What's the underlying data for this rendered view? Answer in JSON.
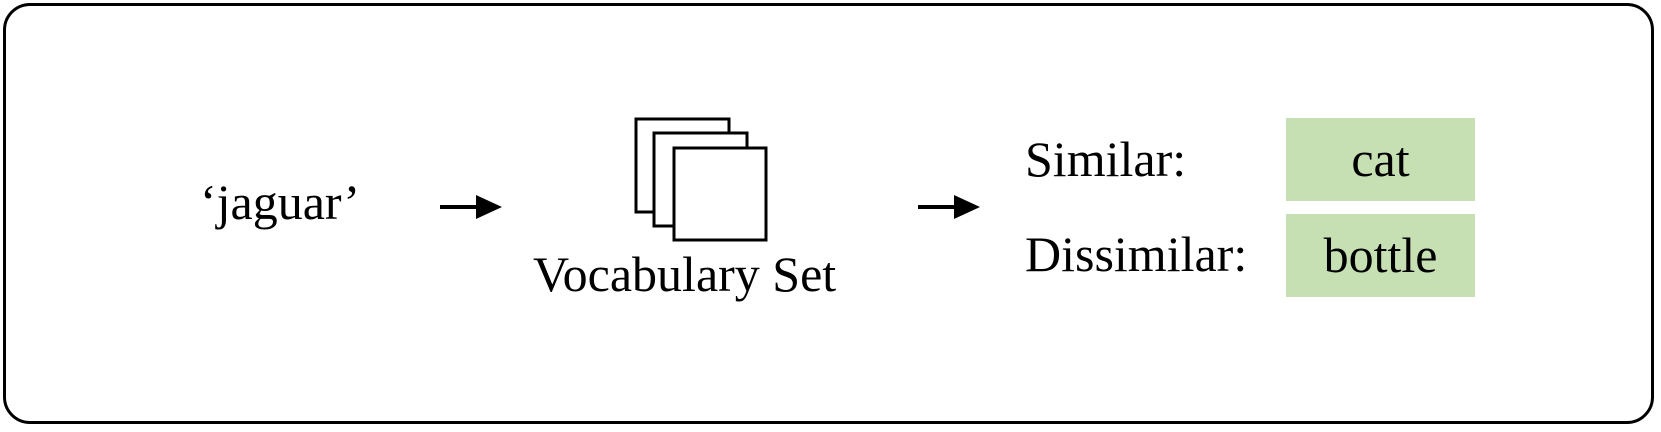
{
  "query_word": "‘jaguar’",
  "vocabulary_label": "Vocabulary Set",
  "results": {
    "similar": {
      "label": "Similar:",
      "value": "cat"
    },
    "dissimilar": {
      "label": "Dissimilar:",
      "value": "bottle"
    }
  },
  "colors": {
    "result_box": "#c6e0b4",
    "stroke": "#000000"
  },
  "icons": {
    "arrow": "arrow-right-icon",
    "vocabulary": "document-stack-icon"
  }
}
